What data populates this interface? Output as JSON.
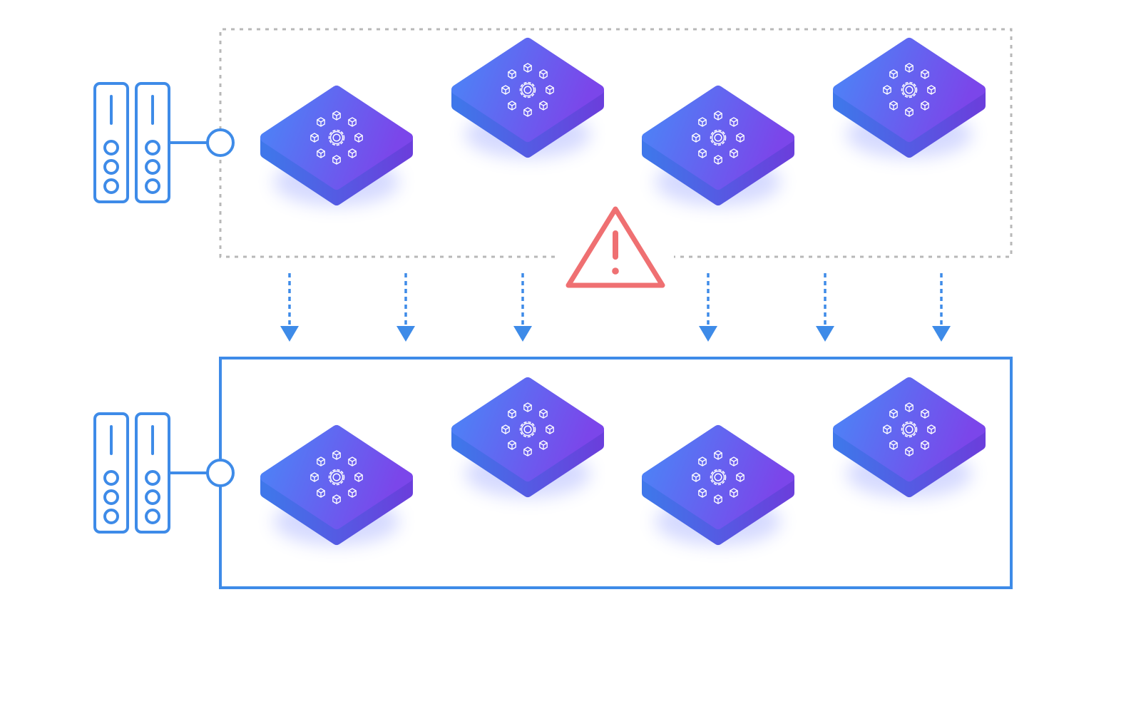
{
  "diagram": {
    "colors": {
      "background": "#ffffff",
      "server_stroke": "#3e8be8",
      "active_frame": "#3e8be8",
      "degraded_frame": "#b8b8b8",
      "arrow": "#3e8be8",
      "warning": "#ef7072",
      "node_gradient_start": "#4a86f7",
      "node_gradient_end": "#7b46ea",
      "node_side": "#4f68e8",
      "node_glow": "#6c7cff",
      "node_icon": "#ffffff"
    },
    "icons": {
      "server": "server-rack-icon",
      "node": "compute-node-icon",
      "node_emblem": "cluster-gear-icon",
      "warning": "warning-triangle-icon",
      "arrow": "arrow-down-icon"
    },
    "upper_cluster": {
      "state": "failing",
      "frame": "dashed",
      "node_count": 4
    },
    "lower_cluster": {
      "state": "active",
      "frame": "solid",
      "node_count": 4
    },
    "failover_arrow_count": 6
  }
}
